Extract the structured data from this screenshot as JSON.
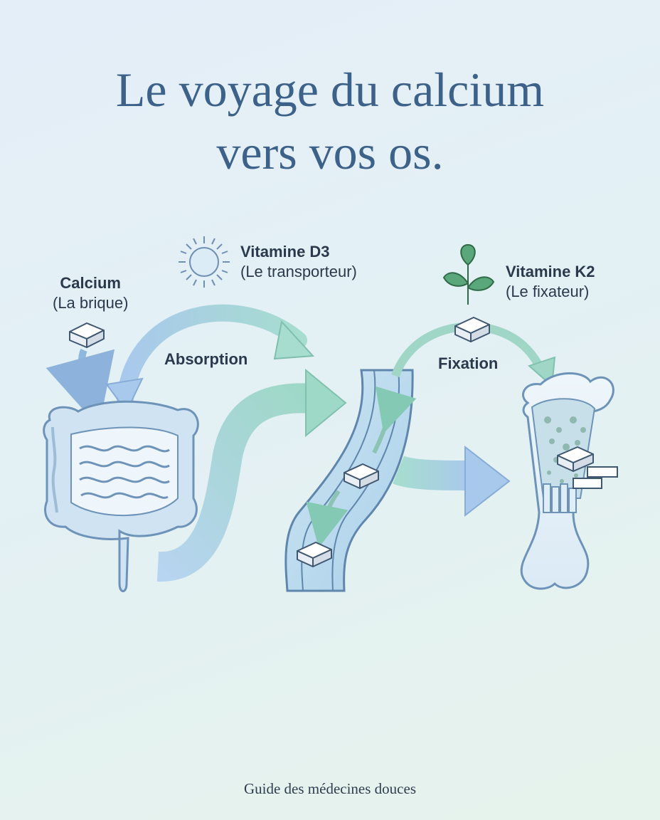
{
  "title": {
    "line1": "Le voyage du calcium",
    "line2": "vers vos os."
  },
  "labels": {
    "calcium": {
      "name": "Calcium",
      "role": "(La brique)"
    },
    "vitamin_d3": {
      "name": "Vitamine D3",
      "role": "(Le transporteur)"
    },
    "vitamin_k2": {
      "name": "Vitamine K2",
      "role": "(Le fixateur)"
    }
  },
  "stages": {
    "absorption": "Absorption",
    "fixation": "Fixation"
  },
  "icons": [
    "sun-icon",
    "leaf-icon",
    "calcium-brick-icon",
    "intestine-icon",
    "blood-vessel-icon",
    "bone-icon"
  ],
  "colors": {
    "title": "#3d6289",
    "arrow_blue": "#8fb8df",
    "arrow_green": "#9fd6c6",
    "leaf": "#4f9a6e"
  },
  "footer": "Guide des médecines douces"
}
